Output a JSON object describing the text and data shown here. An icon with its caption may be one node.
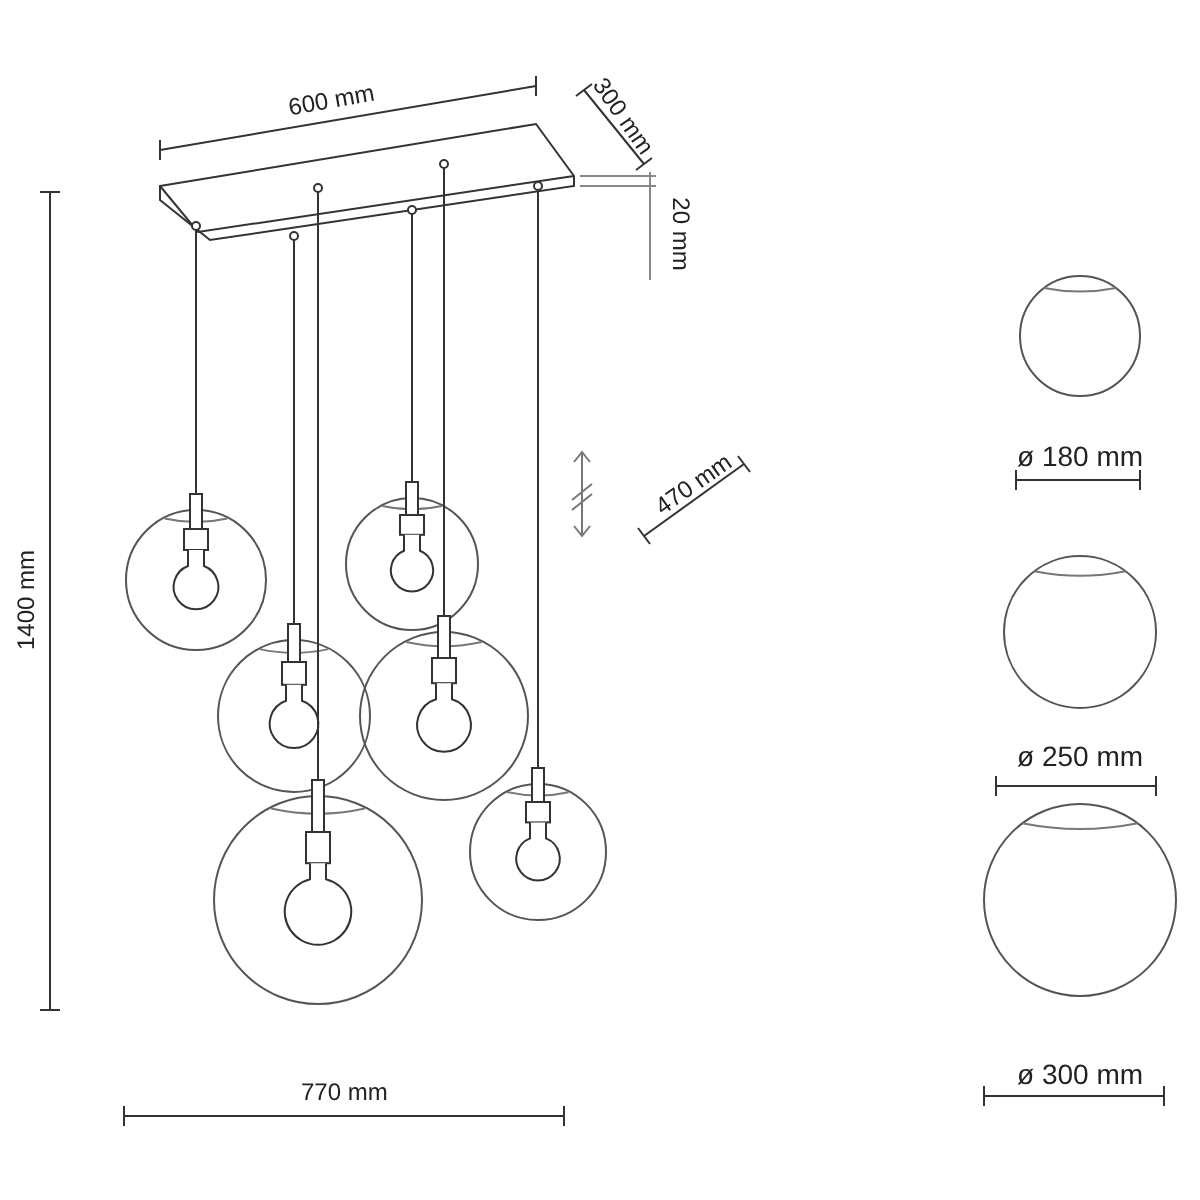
{
  "diagram": {
    "labels": [
      "600 mm",
      "300 mm",
      "20 mm",
      "1400 mm",
      "470 mm",
      "770 mm",
      "ø 180 mm",
      "ø 250 mm",
      "ø 300 mm"
    ]
  }
}
